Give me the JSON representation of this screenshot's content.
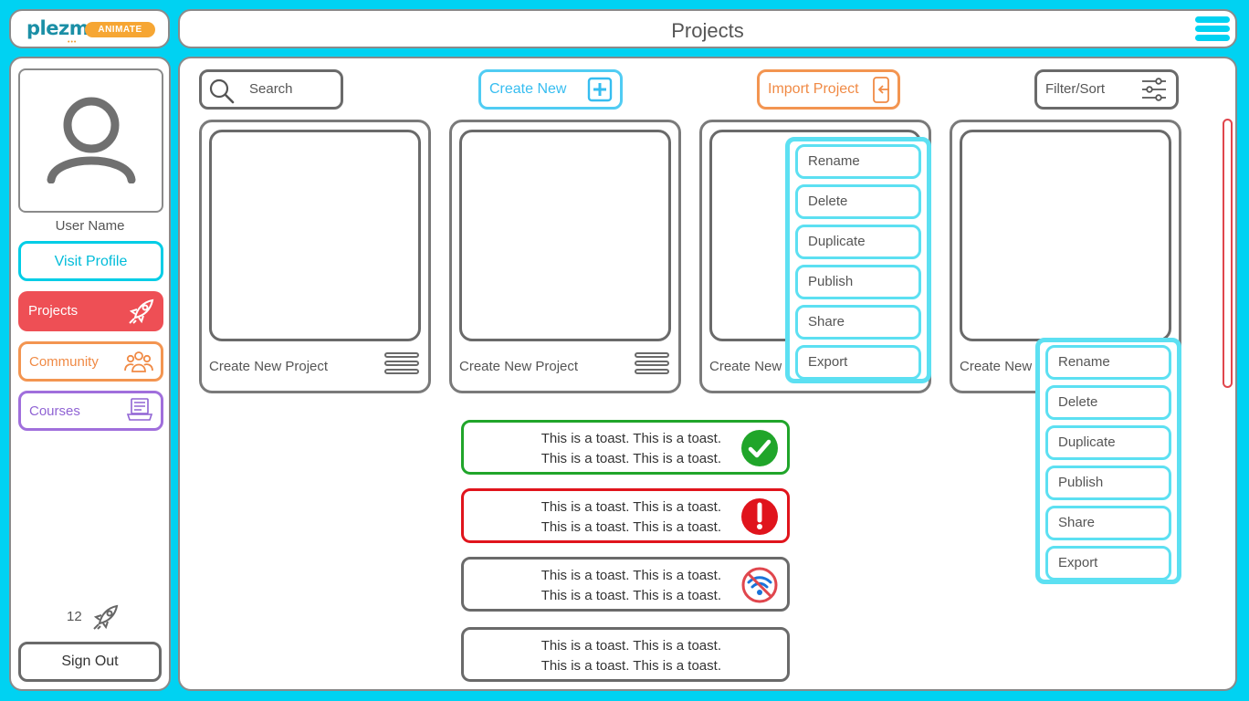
{
  "brand": {
    "name": "plezmo",
    "badge": "ANIMATE",
    "dots": "•••",
    "colors": {
      "primary": "#1b8fa6",
      "badge": "#f6a633"
    }
  },
  "header": {
    "title": "Projects",
    "menu_icon": "hamburger-icon"
  },
  "sidebar": {
    "avatar_icon": "user-avatar-icon",
    "user_name": "User Name",
    "visit_profile_label": "Visit Profile",
    "nav": [
      {
        "label": "Projects",
        "icon": "rocket-icon",
        "active": true,
        "color": "#ee4f55"
      },
      {
        "label": "Community",
        "icon": "community-icon",
        "color": "#f39551"
      },
      {
        "label": "Courses",
        "icon": "courses-icon",
        "color": "#a06fdc"
      }
    ],
    "rocket_count": "12",
    "sign_out_label": "Sign Out"
  },
  "toolbar": {
    "search_label": "Search",
    "create_new_label": "Create New",
    "import_label": "Import Project",
    "filter_label": "Filter/Sort"
  },
  "cards": [
    {
      "title": "Create New Project"
    },
    {
      "title": "Create New Project"
    },
    {
      "title": "Create New"
    },
    {
      "title": "Create New"
    }
  ],
  "context_menu": {
    "items": [
      "Rename",
      "Delete",
      "Duplicate",
      "Publish",
      "Share",
      "Export"
    ]
  },
  "toasts": [
    {
      "type": "success",
      "line1": "This is a toast. This is a toast.",
      "line2": "This is a toast. This is a toast.",
      "icon": "check-circle-icon",
      "color": "#20a52a"
    },
    {
      "type": "error",
      "line1": "This is a toast. This is a toast.",
      "line2": "This is a toast. This is a toast.",
      "icon": "exclamation-circle-icon",
      "color": "#e0141c"
    },
    {
      "type": "offline",
      "line1": "This is a toast. This is a toast.",
      "line2": "This is a toast. This is a toast.",
      "icon": "no-wifi-icon",
      "color": "#e0464d"
    },
    {
      "type": "plain",
      "line1": "This is a toast. This is a toast.",
      "line2": "This is a toast. This is a toast."
    }
  ],
  "colors": {
    "background": "#00d2f2",
    "accent": "#5ce0f2"
  }
}
